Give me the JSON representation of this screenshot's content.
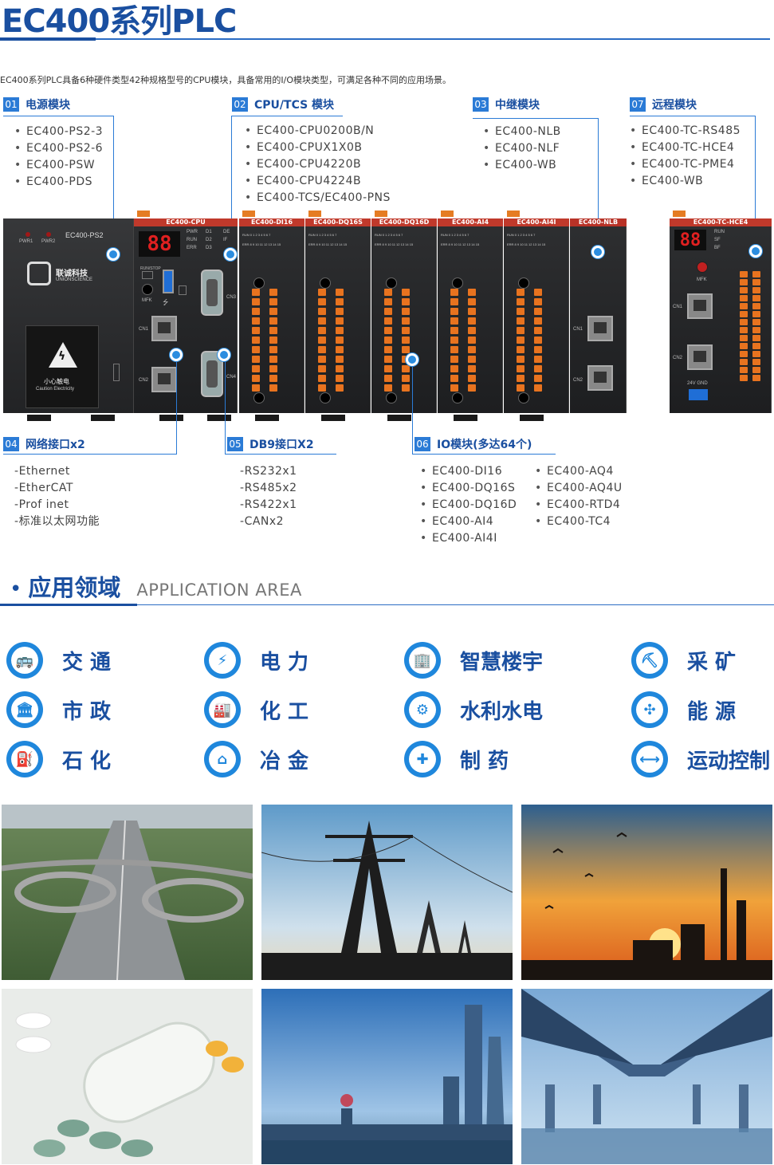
{
  "header": {
    "title": "EC400系列PLC",
    "intro": "EC400系列PLC具备6种硬件类型42种规格型号的CPU模块，具备常用的I/O模块类型，可满足各种不同的应用场景。"
  },
  "sections": {
    "s01": {
      "num": "01",
      "name": "电源模块",
      "items": [
        "EC400-PS2-3",
        "EC400-PS2-6",
        "EC400-PSW",
        "EC400-PDS"
      ]
    },
    "s02": {
      "num": "02",
      "name": "CPU/TCS 模块",
      "items": [
        "EC400-CPU0200B/N",
        "EC400-CPUX1X0B",
        "EC400-CPU4220B",
        "EC400-CPU4224B",
        "EC400-TCS/EC400-PNS"
      ]
    },
    "s03": {
      "num": "03",
      "name": "中继模块",
      "items": [
        "EC400-NLB",
        "EC400-NLF",
        "EC400-WB"
      ]
    },
    "s07": {
      "num": "07",
      "name": "远程模块",
      "items": [
        "EC400-TC-RS485",
        "EC400-TC-HCE4",
        "EC400-TC-PME4",
        "EC400-WB"
      ]
    },
    "s04": {
      "num": "04",
      "name": "网络接口x2",
      "items": [
        "Ethernet",
        "EtherCAT",
        "Prof inet",
        "标准以太网功能"
      ]
    },
    "s05": {
      "num": "05",
      "name": "DB9接口X2",
      "items": [
        "RS232x1",
        "RS485x2",
        "RS422x1",
        "CANx2"
      ]
    },
    "s06": {
      "num": "06",
      "name": "IO模块(多达64个)",
      "col1": [
        "EC400-DI16",
        "EC400-DQ16S",
        "EC400-DQ16D",
        "EC400-AI4",
        "EC400-AI4I"
      ],
      "col2": [
        "EC400-AQ4",
        "EC400-AQ4U",
        "EC400-RTD4",
        "EC400-TC4"
      ]
    }
  },
  "plc": {
    "ps_label": "EC400-PS2",
    "pwr1": "PWR1",
    "pwr2": "PWR2",
    "brand_zh": "联诚科技",
    "brand_en": "UNIONSCIENCE",
    "caution_zh": "小心触电",
    "caution_en": "Caution Electricity",
    "cpu_head": "EC400-CPU",
    "cpu_display": "88",
    "mods": [
      "EC400-DI16",
      "EC400-DQ16S",
      "EC400-DQ16D",
      "EC400-AI4",
      "EC400-AI4I",
      "EC400-NLB"
    ],
    "remote_head": "EC400-TC-HCE4",
    "remote_display": "88",
    "cn1": "CN1",
    "cn2": "CN2",
    "cn3": "CN3",
    "cn4": "CN4",
    "mfk": "MFK",
    "runstop": "RUN/STOP",
    "led_labels": [
      "PWR",
      "RUN",
      "ERR",
      "D1",
      "D2",
      "D3",
      "DE",
      "IF"
    ],
    "remote_leds": [
      "RUN",
      "SF",
      "BF"
    ],
    "gnd": "24V  GND",
    "run_row": "RUN 0 1 2 3 4 5 6 7",
    "err_row": "ERR 8 9 10 11 12 13 14 15"
  },
  "application": {
    "title_zh": "应用领域",
    "title_en": "APPLICATION AREA",
    "bullet": "•",
    "items": [
      {
        "label": "交 通",
        "icon": "bus-icon",
        "glyph": "🚌"
      },
      {
        "label": "电 力",
        "icon": "power-tower-icon",
        "glyph": "⚡"
      },
      {
        "label": "智慧楼宇",
        "icon": "building-icon",
        "glyph": "🏢"
      },
      {
        "label": "采 矿",
        "icon": "mining-cart-icon",
        "glyph": "⛏"
      },
      {
        "label": "市 政",
        "icon": "government-building-icon",
        "glyph": "🏛"
      },
      {
        "label": "化 工",
        "icon": "factory-icon",
        "glyph": "🏭"
      },
      {
        "label": "水利水电",
        "icon": "water-wheel-icon",
        "glyph": "⚙"
      },
      {
        "label": "能 源",
        "icon": "wind-fan-icon",
        "glyph": "✣"
      },
      {
        "label": "石 化",
        "icon": "fuel-pump-icon",
        "glyph": "⛽"
      },
      {
        "label": "冶 金",
        "icon": "furnace-icon",
        "glyph": "⌂"
      },
      {
        "label": "制 药",
        "icon": "pharmacy-icon",
        "glyph": "✚"
      },
      {
        "label": "运动控制",
        "icon": "dumbbell-icon",
        "glyph": "⟷"
      }
    ]
  },
  "photos": [
    {
      "name": "photo-highway-interchange",
      "theme": "highway"
    },
    {
      "name": "photo-power-transmission-towers",
      "theme": "power"
    },
    {
      "name": "photo-refinery-sunset",
      "theme": "refinery"
    },
    {
      "name": "photo-pharmaceutical-pills",
      "theme": "pills"
    },
    {
      "name": "photo-city-skyline",
      "theme": "city"
    },
    {
      "name": "photo-bridge-underside",
      "theme": "bridge"
    }
  ],
  "colors": {
    "accent": "#2b7bd6",
    "title_blue": "#1a4fa0",
    "plc_red": "#c0392b",
    "terminal_orange": "#e8731f"
  }
}
